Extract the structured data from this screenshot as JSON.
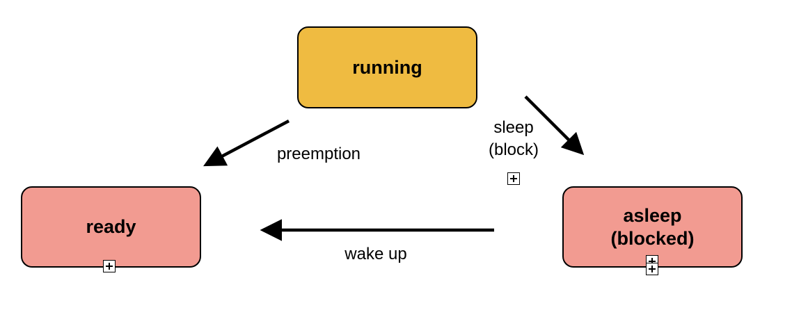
{
  "colors": {
    "running_fill": "#EFBB41",
    "ready_fill": "#F29B91",
    "asleep_fill": "#F29B91",
    "stroke": "#000000"
  },
  "states": {
    "running": {
      "label": "running"
    },
    "ready": {
      "label": "ready"
    },
    "asleep": {
      "label": "asleep\n(blocked)"
    }
  },
  "transitions": {
    "preemption": {
      "from": "running",
      "to": "ready",
      "label": "preemption"
    },
    "sleep": {
      "from": "running",
      "to": "asleep",
      "label": "sleep\n(block)"
    },
    "wake_up": {
      "from": "asleep",
      "to": "ready",
      "label": "wake up"
    }
  },
  "icons": {
    "expand": "expand-icon"
  }
}
